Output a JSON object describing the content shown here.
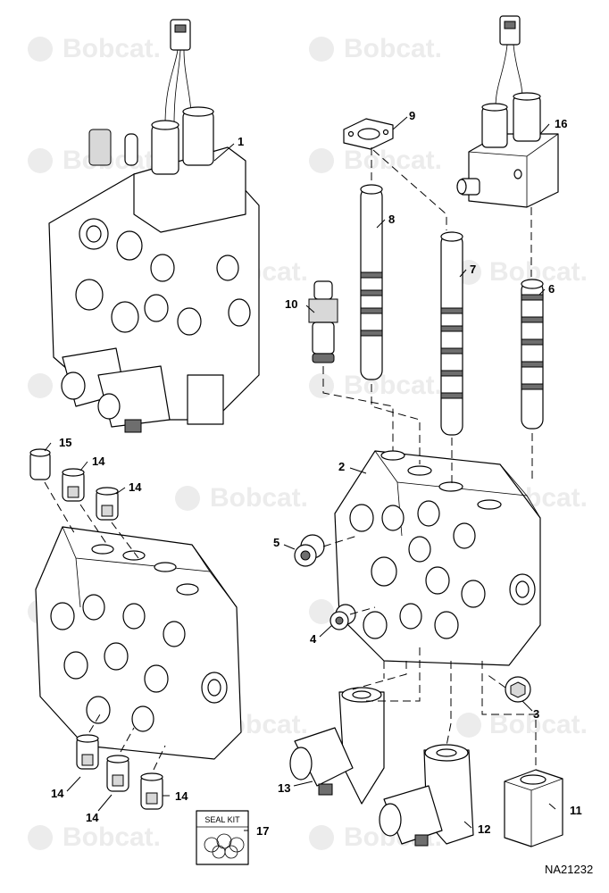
{
  "watermark": {
    "brand": "Bobcat."
  },
  "figure_code": "NA21232",
  "seal_kit": {
    "label": "SEAL KIT",
    "callout": "17"
  },
  "callouts": {
    "c1": "1",
    "c2": "2",
    "c3": "3",
    "c4": "4",
    "c5": "5",
    "c6": "6",
    "c7": "7",
    "c8": "8",
    "c9": "9",
    "c10": "10",
    "c11": "11",
    "c12": "12",
    "c13": "13",
    "c14a": "14",
    "c14b": "14",
    "c14c": "14",
    "c14d": "14",
    "c14e": "14",
    "c15": "15",
    "c16": "16"
  }
}
